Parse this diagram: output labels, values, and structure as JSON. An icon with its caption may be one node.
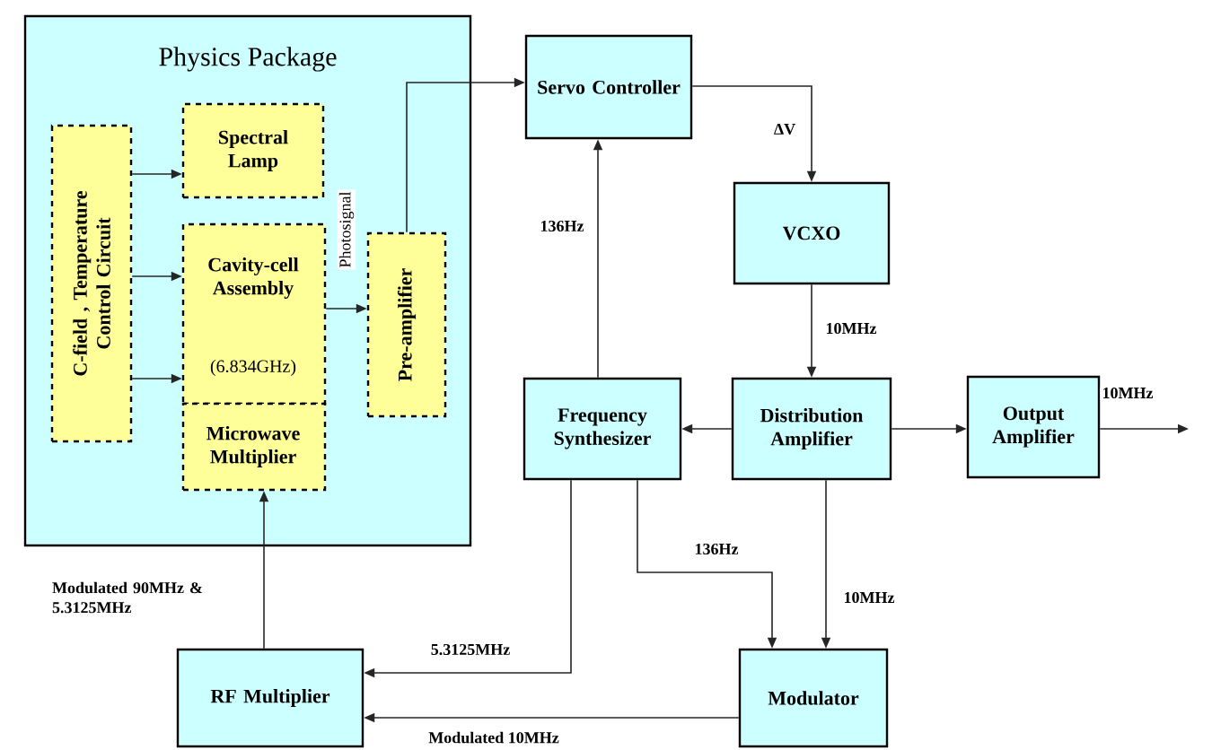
{
  "diagram": {
    "nodes": [
      {
        "text": [
          "Physics Package"
        ]
      },
      {
        "text": [
          "C-field , Temperature Control Circuit"
        ],
        "in": 0
      },
      {
        "text": [
          "Spectral Lamp"
        ],
        "in": 0
      },
      {
        "text": [
          "Cavity-cell Assembly",
          "(6.834GHz)"
        ],
        "in": 0
      },
      {
        "text": [
          "Microwave Multiplier"
        ],
        "in": 0
      },
      {
        "text": [
          "Pre-amplifier"
        ],
        "in": 0
      },
      {
        "text": [
          "Servo Controller"
        ]
      },
      {
        "text": [
          "VCXO"
        ]
      },
      {
        "text": [
          "Frequency Synthesizer"
        ]
      },
      {
        "text": [
          "Distribution Amplifier"
        ]
      },
      {
        "text": [
          "Output Amplifier"
        ]
      },
      {
        "text": [
          "RF Multiplier"
        ]
      },
      {
        "text": [
          "Modulator"
        ]
      }
    ],
    "edges": [
      {
        "from": 1,
        "to": 2,
        "arrow": "to"
      },
      {
        "from": 1,
        "to": 3,
        "arrow": "to"
      },
      {
        "from": 1,
        "to": 3,
        "arrow": "to"
      },
      {
        "from": 3,
        "to": 5,
        "arrow": "to",
        "label": "Photosignal"
      },
      {
        "from": 5,
        "to": 6,
        "arrow": "to"
      },
      {
        "from": 6,
        "to": 7,
        "arrow": "to",
        "label": "ΔV"
      },
      {
        "from": 7,
        "to": 9,
        "arrow": "to",
        "label": "10MHz"
      },
      {
        "from": 9,
        "to": 8,
        "arrow": "to"
      },
      {
        "from": 9,
        "to": 10,
        "arrow": "to"
      },
      {
        "from": 10,
        "to": null,
        "arrow": "to",
        "label": "10MHz"
      },
      {
        "from": 8,
        "to": 6,
        "arrow": "to",
        "label": "136Hz"
      },
      {
        "from": 8,
        "to": 11,
        "arrow": "to",
        "label": "5.3125MHz"
      },
      {
        "from": 8,
        "to": 12,
        "arrow": "to",
        "label": "136Hz"
      },
      {
        "from": 9,
        "to": 12,
        "arrow": "to",
        "label": "10MHz"
      },
      {
        "from": 12,
        "to": 11,
        "arrow": "to",
        "label": "Modulated 10MHz"
      },
      {
        "from": 11,
        "to": 4,
        "arrow": "to",
        "label": "Modulated 90MHz & 5.3125MHz"
      }
    ]
  }
}
